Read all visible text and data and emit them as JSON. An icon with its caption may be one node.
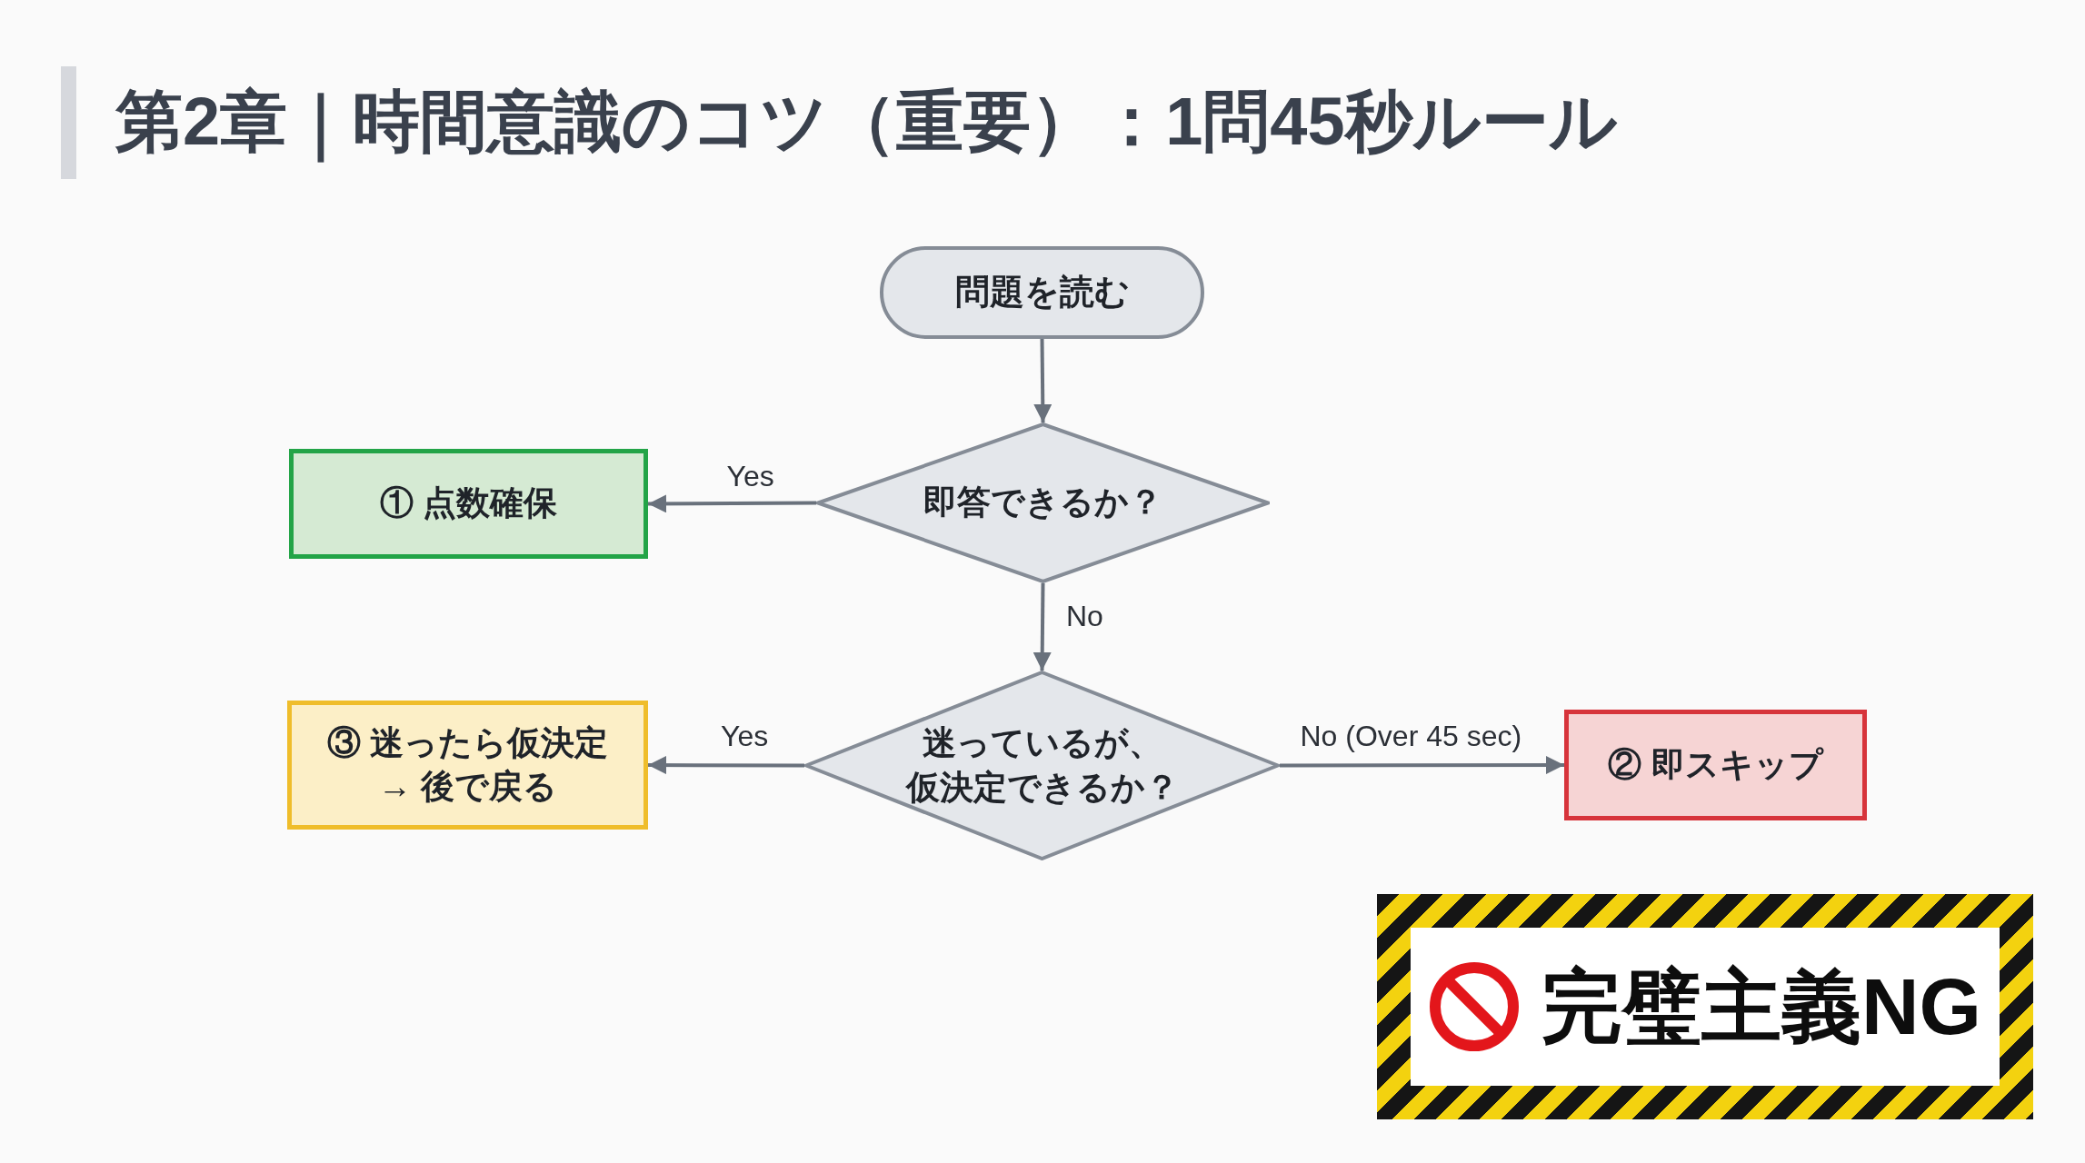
{
  "diagram": {
    "title": "第2章｜時間意識のコツ（重要）：1問45秒ルール",
    "nodes": [
      {
        "text": [
          "問題を読む"
        ]
      },
      {
        "text": [
          "即答できるか？"
        ]
      },
      {
        "text": [
          "① 点数確保"
        ]
      },
      {
        "text": [
          "迷っているが、仮決定できるか？"
        ]
      },
      {
        "text": [
          "③ 迷ったら仮決定→ 後で戻る"
        ]
      },
      {
        "text": [
          "② 即スキップ"
        ]
      },
      {
        "text": [
          "完璧主義NG"
        ]
      }
    ],
    "edges": [
      {
        "from": 0,
        "to": 1,
        "arrow": "to"
      },
      {
        "from": 1,
        "to": 2,
        "arrow": "to",
        "label": "Yes"
      },
      {
        "from": 1,
        "to": 3,
        "arrow": "to",
        "label": "No"
      },
      {
        "from": 3,
        "to": 4,
        "arrow": "to",
        "label": "Yes"
      },
      {
        "from": 3,
        "to": 5,
        "arrow": "to",
        "label": "No (Over 45 sec)"
      }
    ]
  }
}
